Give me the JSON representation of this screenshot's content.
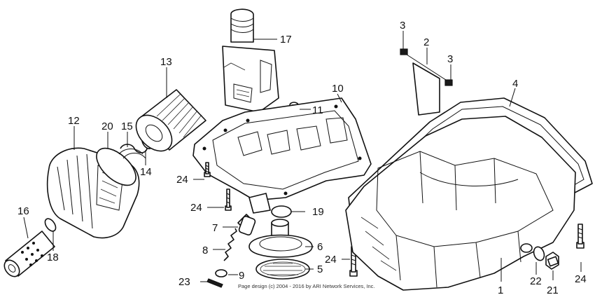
{
  "callouts": [
    {
      "label": "1"
    },
    {
      "label": "2"
    },
    {
      "label": "3"
    },
    {
      "label": "3"
    },
    {
      "label": "4"
    },
    {
      "label": "5"
    },
    {
      "label": "6"
    },
    {
      "label": "7"
    },
    {
      "label": "8"
    },
    {
      "label": "9"
    },
    {
      "label": "10"
    },
    {
      "label": "11"
    },
    {
      "label": "12"
    },
    {
      "label": "13"
    },
    {
      "label": "14"
    },
    {
      "label": "15"
    },
    {
      "label": "16"
    },
    {
      "label": "17"
    },
    {
      "label": "18"
    },
    {
      "label": "19"
    },
    {
      "label": "20"
    },
    {
      "label": "21"
    },
    {
      "label": "22"
    },
    {
      "label": "23"
    },
    {
      "label": "24"
    },
    {
      "label": "24"
    },
    {
      "label": "24"
    },
    {
      "label": "24"
    }
  ],
  "credit": "Page design (c) 2004 - 2016 by ARI Network Services, Inc."
}
